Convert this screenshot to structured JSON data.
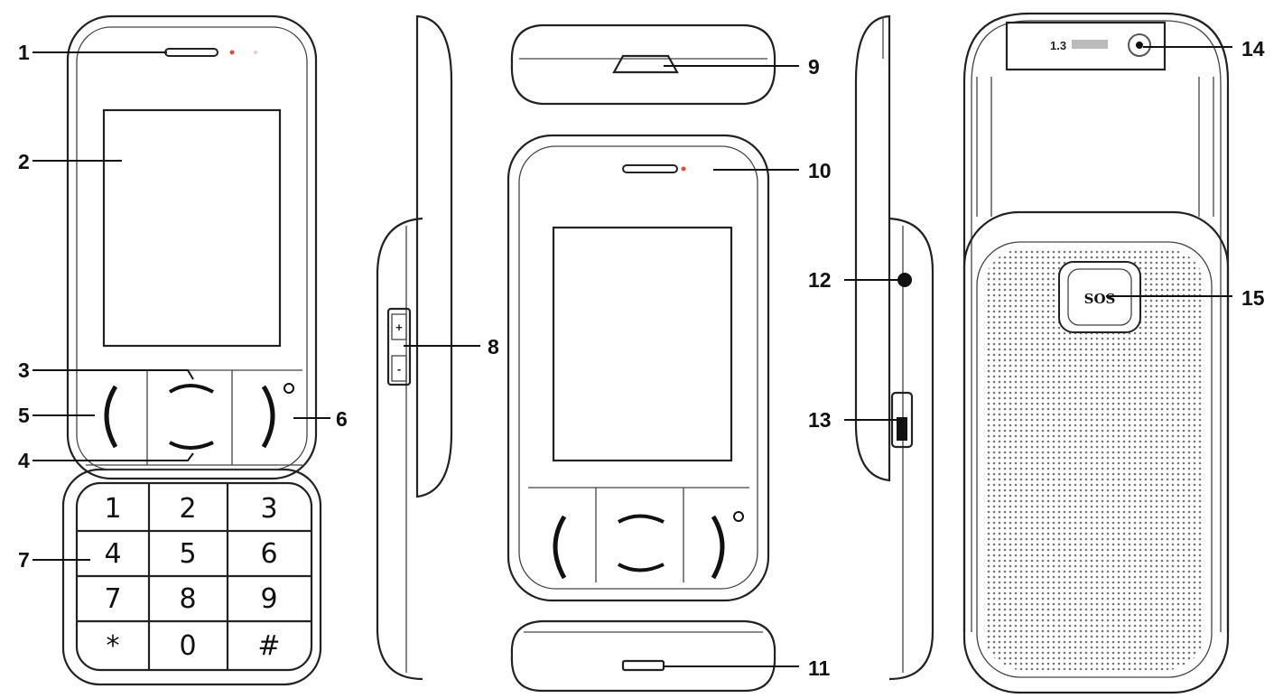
{
  "diagram": {
    "callouts": [
      "1",
      "2",
      "3",
      "4",
      "5",
      "6",
      "7",
      "8",
      "9",
      "10",
      "11",
      "12",
      "13",
      "14",
      "15"
    ],
    "keypad": [
      "1",
      "2",
      "3",
      "4",
      "5",
      "6",
      "7",
      "8",
      "9",
      "*",
      "0",
      "#"
    ],
    "side_buttons": [
      "+",
      "-"
    ],
    "camera_label": "1.3",
    "sos_label": "SOS",
    "indicator_color": "#e84a3a"
  }
}
